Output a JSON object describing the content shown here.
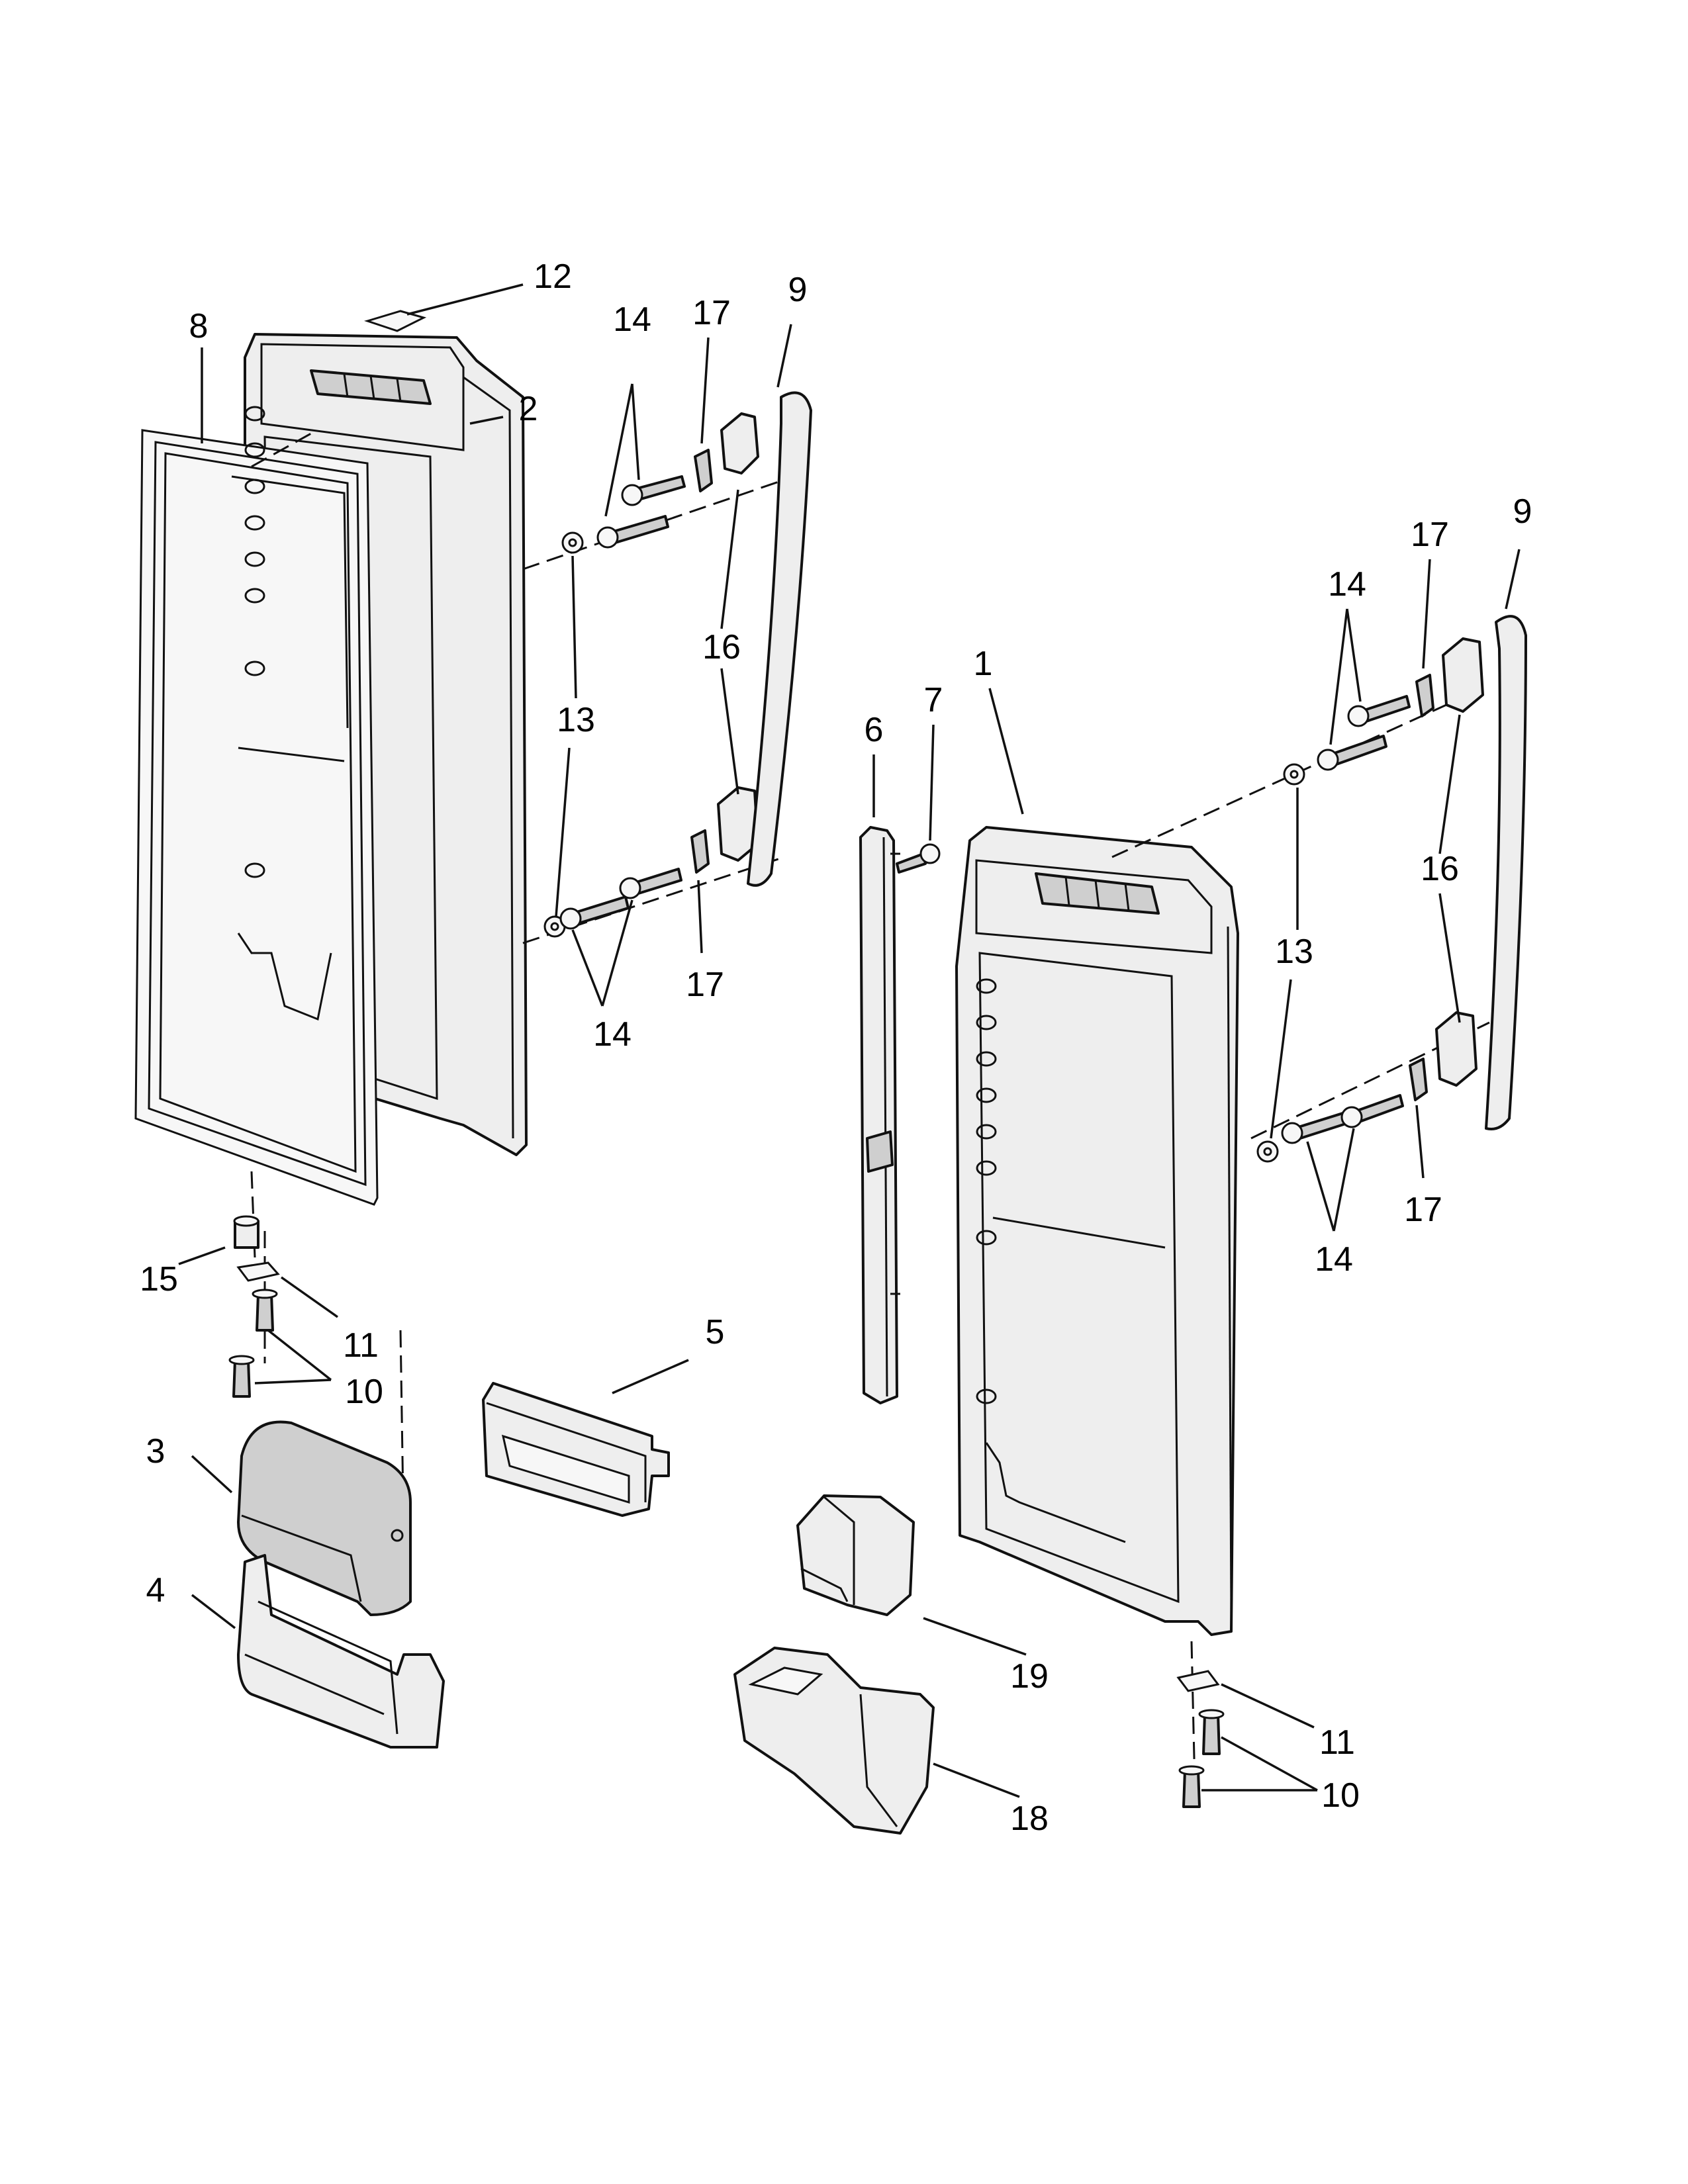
{
  "callouts": [
    {
      "id": "c12",
      "label": "12"
    },
    {
      "id": "c8",
      "label": "8"
    },
    {
      "id": "c2",
      "label": "2"
    },
    {
      "id": "c14a",
      "label": "14"
    },
    {
      "id": "c17a",
      "label": "17"
    },
    {
      "id": "c9a",
      "label": "9"
    },
    {
      "id": "c16a",
      "label": "16"
    },
    {
      "id": "c13a",
      "label": "13"
    },
    {
      "id": "c17b",
      "label": "17"
    },
    {
      "id": "c14b",
      "label": "14"
    },
    {
      "id": "c15",
      "label": "15"
    },
    {
      "id": "c11a",
      "label": "11"
    },
    {
      "id": "c10a",
      "label": "10"
    },
    {
      "id": "c3",
      "label": "3"
    },
    {
      "id": "c4",
      "label": "4"
    },
    {
      "id": "c5",
      "label": "5"
    },
    {
      "id": "c6",
      "label": "6"
    },
    {
      "id": "c7",
      "label": "7"
    },
    {
      "id": "c1",
      "label": "1"
    },
    {
      "id": "c9b",
      "label": "9"
    },
    {
      "id": "c17c",
      "label": "17"
    },
    {
      "id": "c14c",
      "label": "14"
    },
    {
      "id": "c16b",
      "label": "16"
    },
    {
      "id": "c13b",
      "label": "13"
    },
    {
      "id": "c17d",
      "label": "17"
    },
    {
      "id": "c14d",
      "label": "14"
    },
    {
      "id": "c19",
      "label": "19"
    },
    {
      "id": "c18",
      "label": "18"
    },
    {
      "id": "c11b",
      "label": "11"
    },
    {
      "id": "c10b",
      "label": "10"
    }
  ]
}
